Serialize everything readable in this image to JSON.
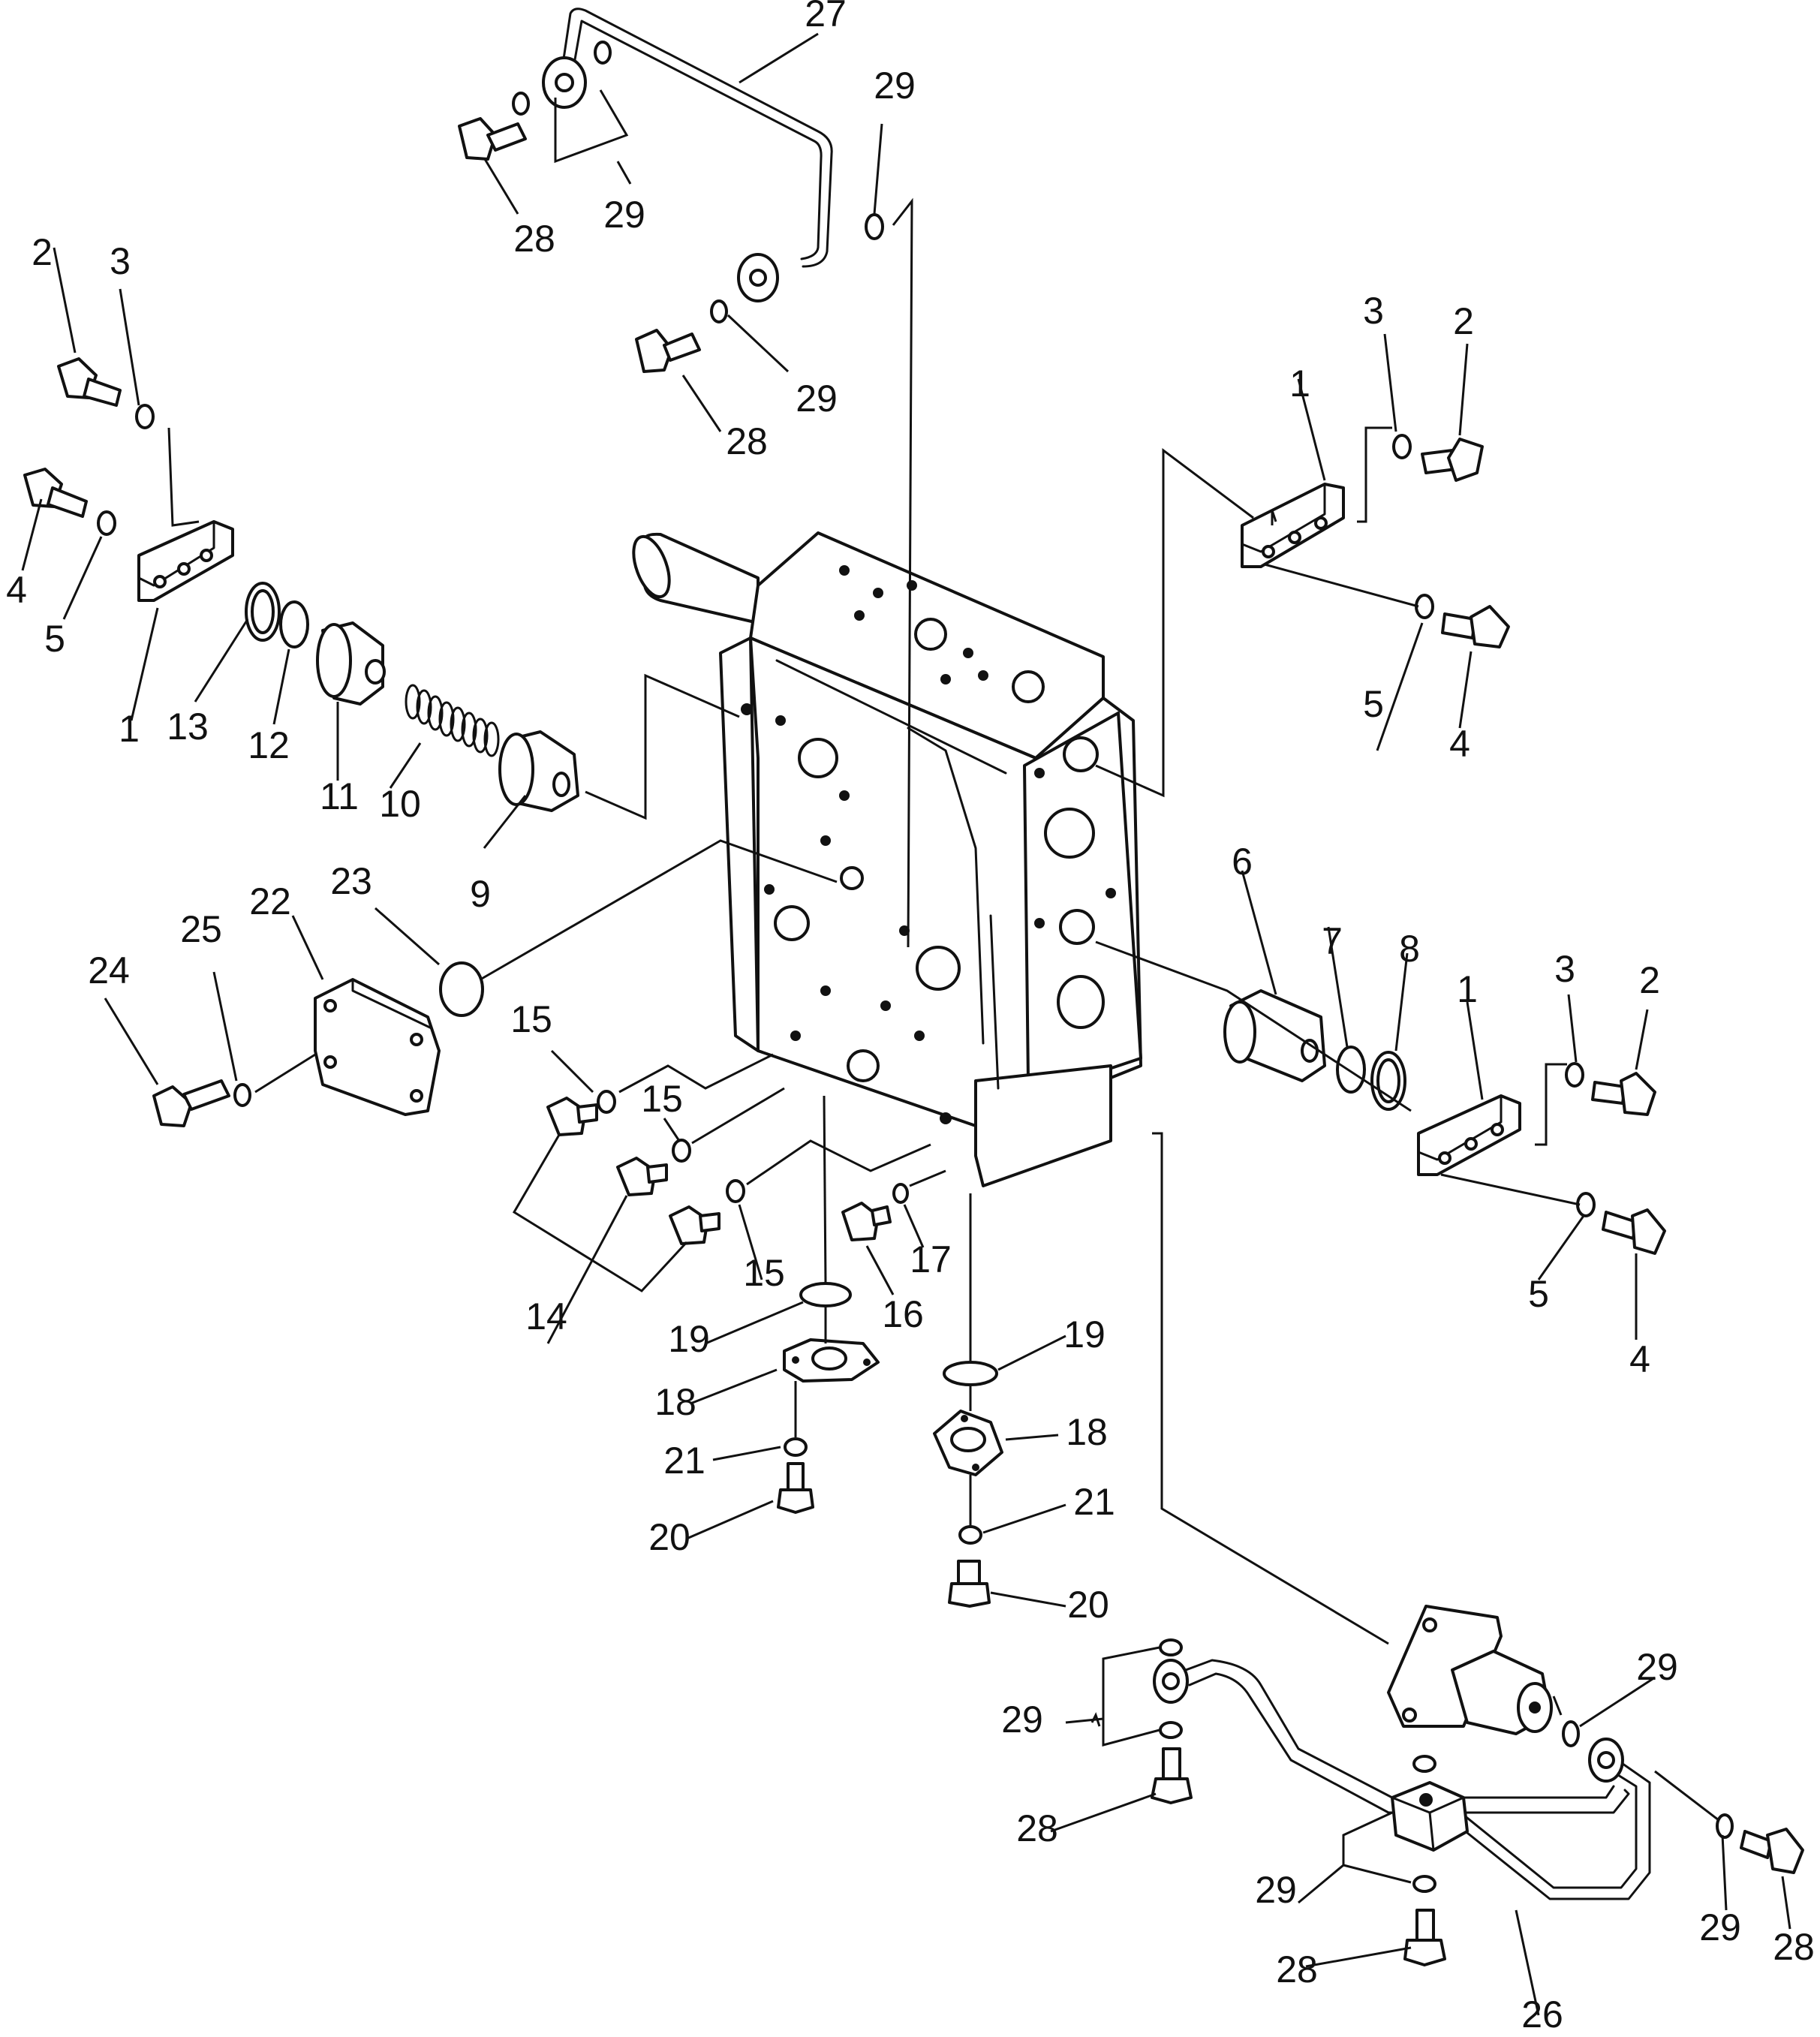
{
  "diagram": {
    "callouts": [
      {
        "id": "lbl-27",
        "text": "27"
      },
      {
        "id": "lbl-29a",
        "text": "29"
      },
      {
        "id": "lbl-28a",
        "text": "28"
      },
      {
        "id": "lbl-29b",
        "text": "29"
      },
      {
        "id": "lbl-28b",
        "text": "28"
      },
      {
        "id": "lbl-29c",
        "text": "29"
      },
      {
        "id": "lbl-2a",
        "text": "2"
      },
      {
        "id": "lbl-3a",
        "text": "3"
      },
      {
        "id": "lbl-4a",
        "text": "4"
      },
      {
        "id": "lbl-5a",
        "text": "5"
      },
      {
        "id": "lbl-1a",
        "text": "1"
      },
      {
        "id": "lbl-13",
        "text": "13"
      },
      {
        "id": "lbl-12",
        "text": "12"
      },
      {
        "id": "lbl-11",
        "text": "11"
      },
      {
        "id": "lbl-10",
        "text": "10"
      },
      {
        "id": "lbl-9",
        "text": "9"
      },
      {
        "id": "lbl-1b",
        "text": "1"
      },
      {
        "id": "lbl-3b",
        "text": "3"
      },
      {
        "id": "lbl-2b",
        "text": "2"
      },
      {
        "id": "lbl-5b",
        "text": "5"
      },
      {
        "id": "lbl-4b",
        "text": "4"
      },
      {
        "id": "lbl-6",
        "text": "6"
      },
      {
        "id": "lbl-7",
        "text": "7"
      },
      {
        "id": "lbl-8",
        "text": "8"
      },
      {
        "id": "lbl-1c",
        "text": "1"
      },
      {
        "id": "lbl-3c",
        "text": "3"
      },
      {
        "id": "lbl-2c",
        "text": "2"
      },
      {
        "id": "lbl-5c",
        "text": "5"
      },
      {
        "id": "lbl-4c",
        "text": "4"
      },
      {
        "id": "lbl-23",
        "text": "23"
      },
      {
        "id": "lbl-22",
        "text": "22"
      },
      {
        "id": "lbl-25",
        "text": "25"
      },
      {
        "id": "lbl-24",
        "text": "24"
      },
      {
        "id": "lbl-15a",
        "text": "15"
      },
      {
        "id": "lbl-15b",
        "text": "15"
      },
      {
        "id": "lbl-15c",
        "text": "15"
      },
      {
        "id": "lbl-14",
        "text": "14"
      },
      {
        "id": "lbl-17",
        "text": "17"
      },
      {
        "id": "lbl-16",
        "text": "16"
      },
      {
        "id": "lbl-19a",
        "text": "19"
      },
      {
        "id": "lbl-18a",
        "text": "18"
      },
      {
        "id": "lbl-21a",
        "text": "21"
      },
      {
        "id": "lbl-20a",
        "text": "20"
      },
      {
        "id": "lbl-19b",
        "text": "19"
      },
      {
        "id": "lbl-18b",
        "text": "18"
      },
      {
        "id": "lbl-21b",
        "text": "21"
      },
      {
        "id": "lbl-20b",
        "text": "20"
      },
      {
        "id": "lbl-29d",
        "text": "29"
      },
      {
        "id": "lbl-29e",
        "text": "29"
      },
      {
        "id": "lbl-28c",
        "text": "28"
      },
      {
        "id": "lbl-29f",
        "text": "29"
      },
      {
        "id": "lbl-28d",
        "text": "28"
      },
      {
        "id": "lbl-29g",
        "text": "29"
      },
      {
        "id": "lbl-28e",
        "text": "28"
      },
      {
        "id": "lbl-26",
        "text": "26"
      }
    ]
  }
}
